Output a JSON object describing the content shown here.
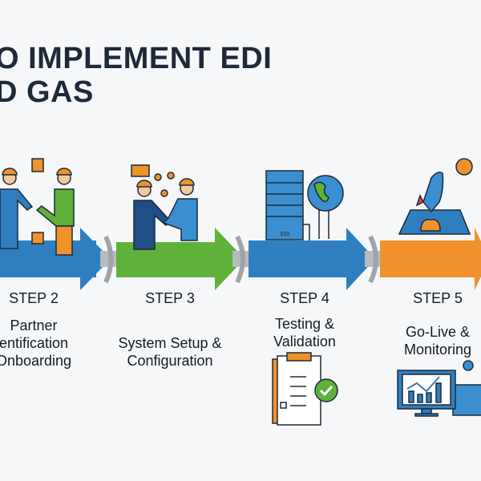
{
  "title": {
    "line1": "O IMPLEMENT EDI",
    "line2": "D GAS"
  },
  "colors": {
    "blue": "#2f7fc0",
    "green": "#5fb13a",
    "orange": "#f0922b",
    "connector": "#b8bcc0",
    "text": "#1e2a38"
  },
  "steps": [
    {
      "label": "STEP 2",
      "desc1": "Partner",
      "desc2": "entification",
      "desc3": "Onboarding",
      "icon": "handshake-workers-icon"
    },
    {
      "label": "STEP 3",
      "desc1": "System Setup &",
      "desc2": "Configuration",
      "icon": "handshake-meeting-icon"
    },
    {
      "label": "STEP 4",
      "desc1": "Testing &",
      "desc2": "Validation",
      "icon": "server-globe-icon",
      "icon2": "checklist-icon",
      "server_text": "EDI"
    },
    {
      "label": "STEP 5",
      "desc1": "Go-Live &",
      "desc2": "Monitoring",
      "icon": "rocket-launch-icon",
      "icon2": "monitor-chart-icon"
    }
  ]
}
